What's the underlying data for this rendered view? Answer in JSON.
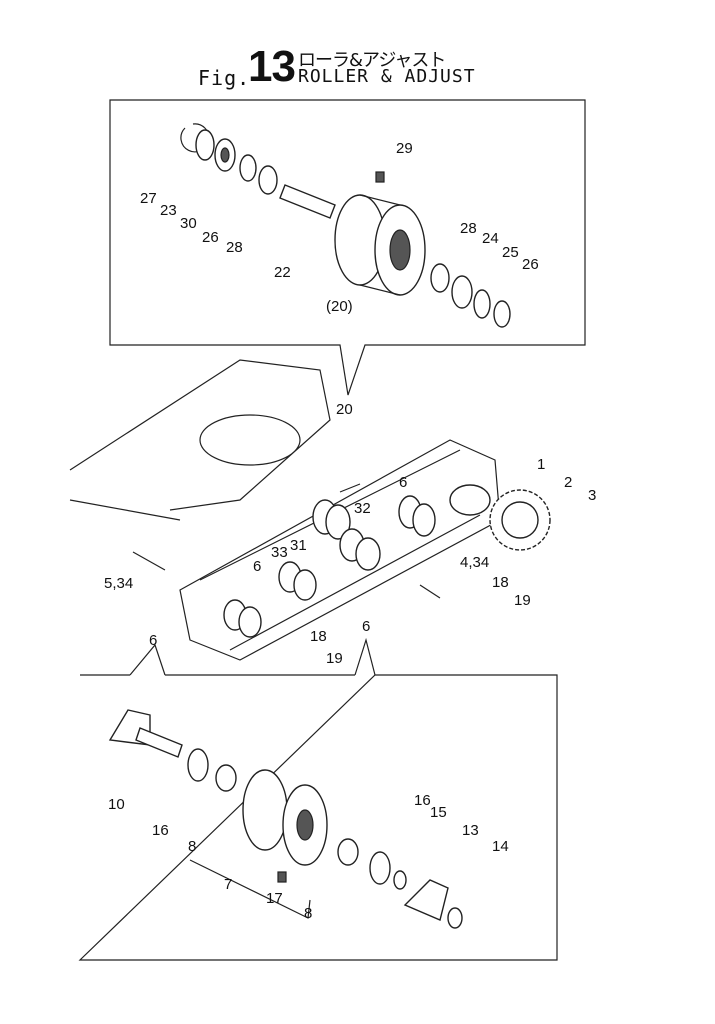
{
  "header": {
    "fig_prefix": "Fig.",
    "fig_number": "13",
    "title_jp": "ローラ&アジャスト",
    "title_en": "ROLLER & ADJUST"
  },
  "callouts": {
    "top": [
      "29",
      "27",
      "23",
      "30",
      "26",
      "28",
      "22",
      "(20)",
      "28",
      "24",
      "25",
      "26"
    ],
    "middle": [
      "20",
      "1",
      "2",
      "3",
      "6",
      "32",
      "33",
      "31",
      "5,34",
      "6",
      "4,34",
      "18",
      "19",
      "6",
      "18",
      "19",
      "6"
    ],
    "bottom": [
      "10",
      "16",
      "8",
      "7",
      "17",
      "8",
      "16",
      "15",
      "13",
      "14"
    ]
  }
}
